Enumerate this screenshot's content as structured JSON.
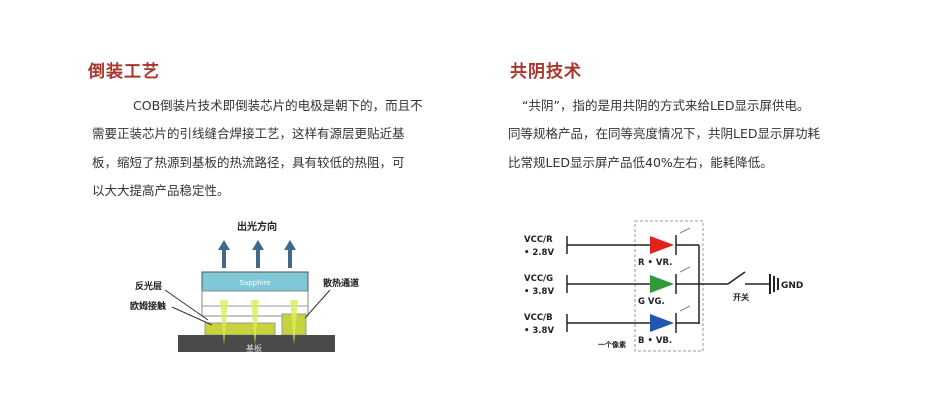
{
  "left": {
    "title": "倒装工艺",
    "lines": [
      "COB倒装片技术即倒装芯片的电极是朝下的，而且不",
      "需要正装芯片的引线缝合焊接工艺，这样有源层更贴近基",
      "板，缩短了热源到基板的热流路径，具有较低的热阻，可",
      "以大大提高产品稳定性。"
    ],
    "diagram": {
      "light_direction": "出光方向",
      "sapphire": "Sapphire",
      "reflective_layer": "反光层",
      "ohmic_contact": "欧姆接触",
      "heat_channel": "散热通道",
      "substrate": "基板"
    }
  },
  "right": {
    "title": "共阴技术",
    "lines": [
      "“共阴”，指的是用共阴的方式来给LED显示屏供电。",
      "同等规格产品，在同等亮度情况下，共阴LED显示屏功耗",
      "比常规LED显示屏产品低40%左右，能耗降低。"
    ],
    "circuit": {
      "rows": [
        {
          "vcc": "VCC/R",
          "volt": "• 2.8V",
          "label": "R • VR.",
          "color": "#e2231a"
        },
        {
          "vcc": "VCC/G",
          "volt": "• 3.8V",
          "label": "G  VG.",
          "color": "#2e9a3a"
        },
        {
          "vcc": "VCC/B",
          "volt": "• 3.8V",
          "label": "B • VB.",
          "color": "#2356b0"
        }
      ],
      "pixel": "一个像素",
      "switch": "开关",
      "gnd": "GND"
    }
  }
}
